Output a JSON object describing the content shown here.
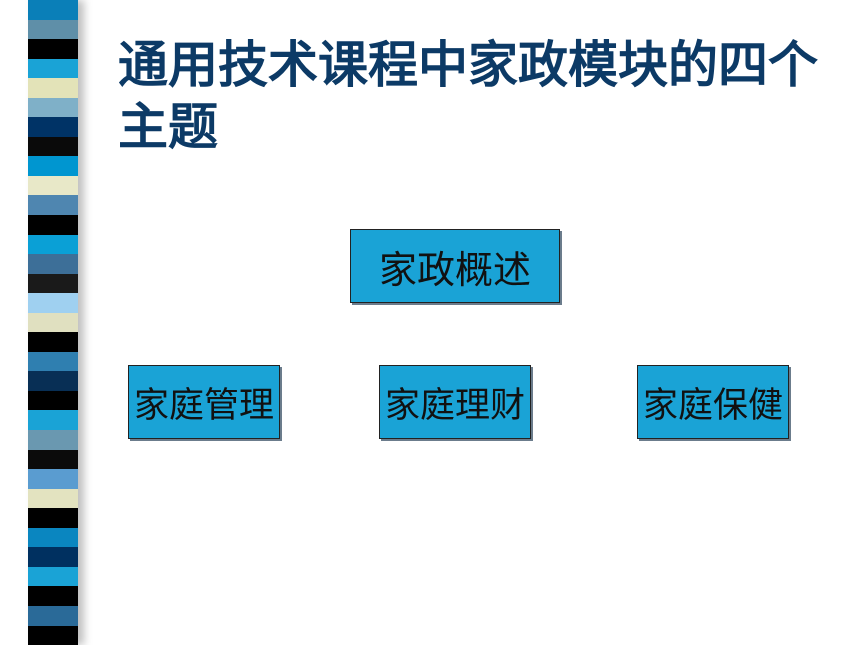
{
  "slide": {
    "title": "通用技术课程中家政模块的四个主题"
  },
  "diagram": {
    "top": "家政概述",
    "children": [
      "家庭管理",
      "家庭理财",
      "家庭保健"
    ]
  },
  "colors": {
    "title": "#0c3a66",
    "box_fill": "#1aa3d6",
    "box_border": "#222222",
    "stripes": [
      "#0a7fb8",
      "#5f8fa8",
      "#000000",
      "#1aa3d6",
      "#e3e3b8",
      "#7fb0c8",
      "#003366",
      "#0a0a0a",
      "#0096d0",
      "#e8e8c8",
      "#4f86b0",
      "#000000",
      "#0aa0d6",
      "#3d6f98",
      "#1a1a1a",
      "#9fd0f0",
      "#e0e0c0",
      "#000000",
      "#2f7fb0",
      "#082f55",
      "#000000",
      "#1aa3d6",
      "#6a98b0",
      "#0b0b0b",
      "#5a9cd0",
      "#e3e3c0",
      "#000000",
      "#0a86c0",
      "#003060",
      "#1aa3d6",
      "#000000",
      "#2a6a98",
      "#000000"
    ]
  }
}
